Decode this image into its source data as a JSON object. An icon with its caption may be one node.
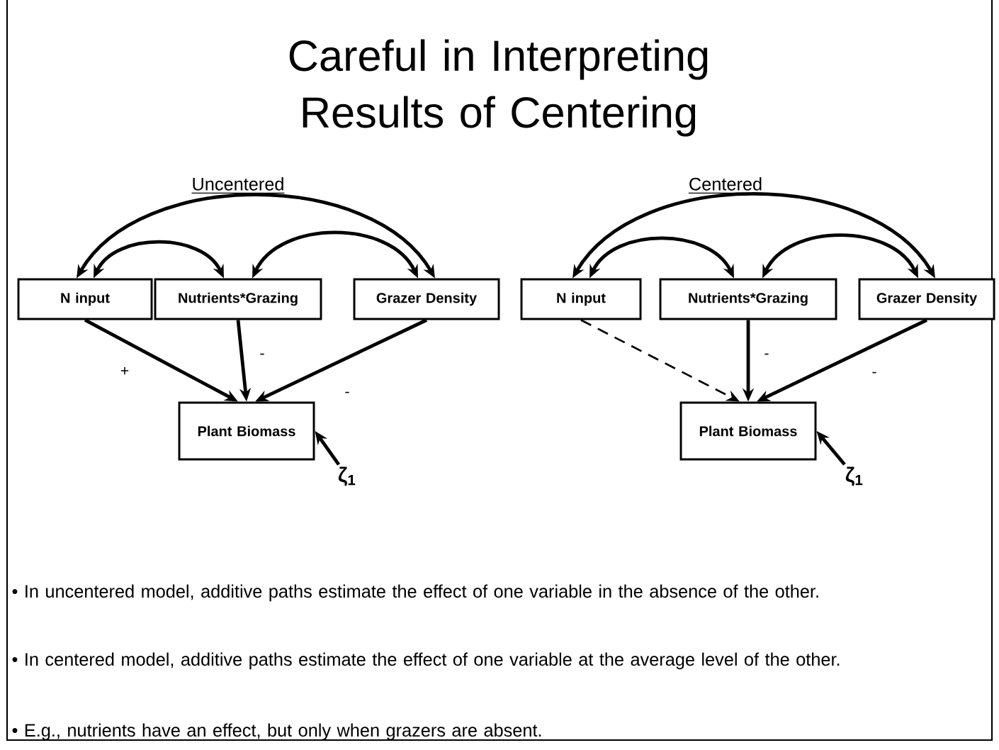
{
  "diagram": {
    "title": "Careful in Interpreting Results of Centering",
    "nodes": [
      {
        "text": [
          "N input"
        ]
      },
      {
        "text": [
          "Nutrients*Grazing"
        ]
      },
      {
        "text": [
          "Grazer Density"
        ]
      },
      {
        "text": [
          "Plant Biomass"
        ]
      },
      {
        "text": [
          "ζ$_{1}$"
        ]
      },
      {
        "text": [
          "N input"
        ]
      },
      {
        "text": [
          "Nutrients*Grazing"
        ]
      },
      {
        "text": [
          "Grazer Density"
        ]
      },
      {
        "text": [
          "Plant Biomass"
        ]
      },
      {
        "text": [
          "ζ$_{1}$"
        ]
      }
    ],
    "edges": [
      {
        "from": 0,
        "to": 1,
        "arrow": "both"
      },
      {
        "from": 1,
        "to": 2,
        "arrow": "both"
      },
      {
        "from": 0,
        "to": 2,
        "arrow": "both"
      },
      {
        "from": 0,
        "to": 3,
        "arrow": "to",
        "label": "+"
      },
      {
        "from": 1,
        "to": 3,
        "arrow": "to",
        "label": "-"
      },
      {
        "from": 2,
        "to": 3,
        "arrow": "to",
        "label": "-"
      },
      {
        "from": 4,
        "to": 3,
        "arrow": "to"
      },
      {
        "from": 5,
        "to": 6,
        "arrow": "both"
      },
      {
        "from": 6,
        "to": 7,
        "arrow": "both"
      },
      {
        "from": 5,
        "to": 7,
        "arrow": "both"
      },
      {
        "from": 5,
        "to": 8,
        "arrow": "to",
        "style": "dashed"
      },
      {
        "from": 6,
        "to": 8,
        "arrow": "to",
        "label": "-"
      },
      {
        "from": 7,
        "to": 8,
        "arrow": "to",
        "label": "-"
      },
      {
        "from": 9,
        "to": 8,
        "arrow": "to"
      }
    ],
    "labels": [
      "Uncentered",
      "Centered",
      "• In uncentered model, additive paths estimate the effect of one variable in the absence of the other.",
      "• In centered model, additive paths estimate the effect of one variable at the average level of the other.",
      "• E.g., nutrients have an effect, but only when grazers are absent."
    ]
  }
}
